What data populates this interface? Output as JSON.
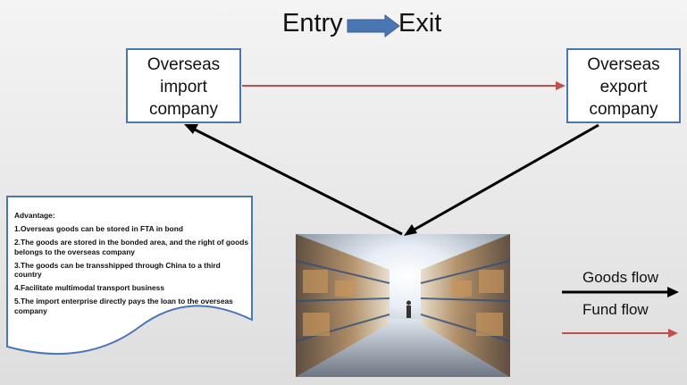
{
  "header": {
    "entry_label": "Entry",
    "exit_label": "Exit",
    "arrow_color": "#4a76b3"
  },
  "boxes": {
    "import_company": [
      "Overseas",
      "import",
      "company"
    ],
    "export_company": [
      "Overseas",
      "export",
      "company"
    ],
    "border_color": "#4a76b3"
  },
  "flows": {
    "fund_flow_color": "#c0504d",
    "goods_flow_color": "#000000"
  },
  "advantages": {
    "heading": "Advantage:",
    "items": [
      "1.Overseas goods can be stored in FTA in bond",
      "2.The goods are stored in the bonded area, and the right of goods belongs to the overseas company",
      "3.The goods can be transshipped through China to a third country",
      "4.Facilitate multimodal transport business",
      "5.The import enterprise directly pays the loan to the overseas company"
    ]
  },
  "warehouse_image": {
    "icon": "warehouse-photo"
  },
  "legend": {
    "goods_flow_label": "Goods flow",
    "fund_flow_label": "Fund flow"
  }
}
